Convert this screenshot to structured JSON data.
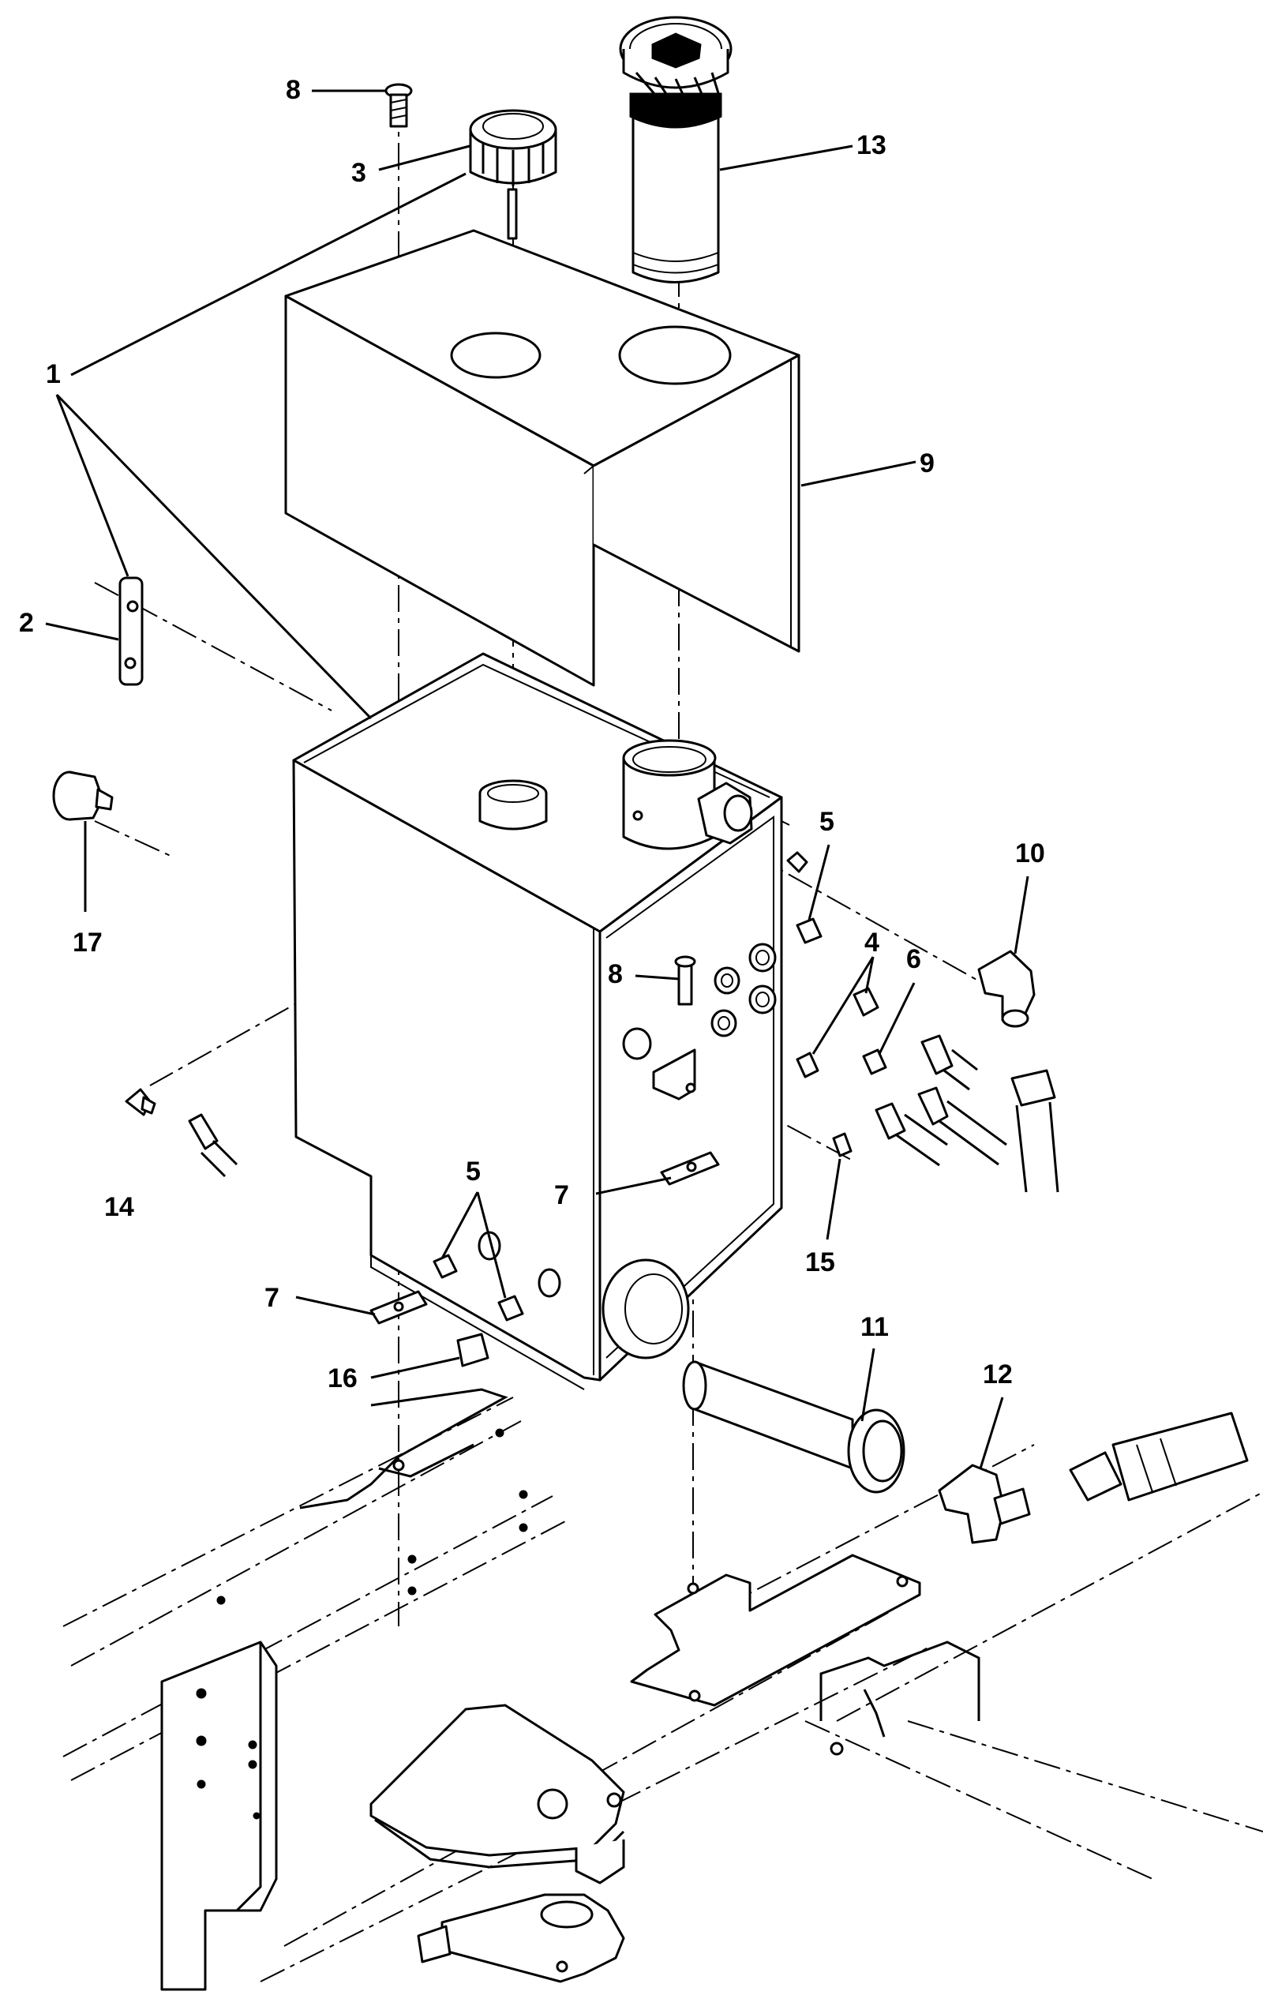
{
  "callouts": [
    {
      "id": "1",
      "label": "1"
    },
    {
      "id": "2",
      "label": "2"
    },
    {
      "id": "3",
      "label": "3"
    },
    {
      "id": "4",
      "label": "4"
    },
    {
      "id": "5a",
      "label": "5"
    },
    {
      "id": "5b",
      "label": "5"
    },
    {
      "id": "6",
      "label": "6"
    },
    {
      "id": "7a",
      "label": "7"
    },
    {
      "id": "7b",
      "label": "7"
    },
    {
      "id": "8a",
      "label": "8"
    },
    {
      "id": "8b",
      "label": "8"
    },
    {
      "id": "9",
      "label": "9"
    },
    {
      "id": "10",
      "label": "10"
    },
    {
      "id": "11",
      "label": "11"
    },
    {
      "id": "12",
      "label": "12"
    },
    {
      "id": "13",
      "label": "13"
    },
    {
      "id": "14",
      "label": "14"
    },
    {
      "id": "15",
      "label": "15"
    },
    {
      "id": "16",
      "label": "16"
    },
    {
      "id": "17",
      "label": "17"
    }
  ]
}
